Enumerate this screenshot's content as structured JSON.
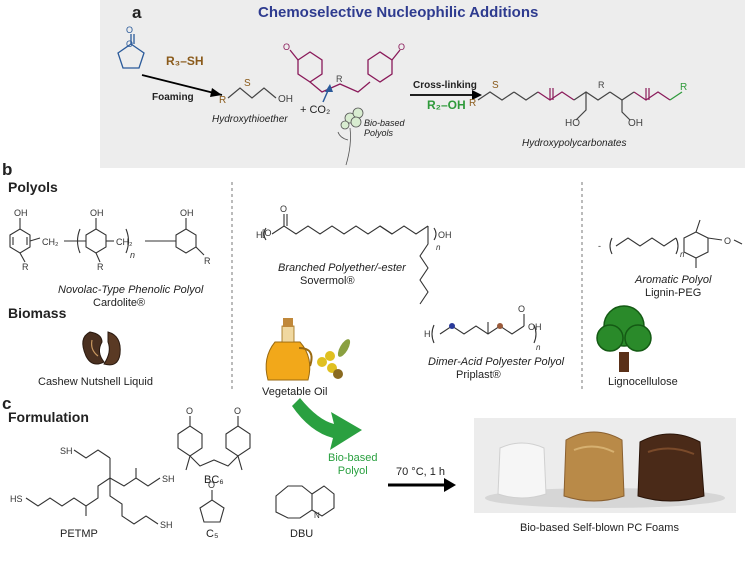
{
  "panel_a": {
    "letter": "a",
    "title": "Chemoselective Nucleophilic Additions",
    "thiol_reagent": "R₃–SH",
    "foaming_label": "Foaming",
    "hydroxythioether_label": "Hydroxythioether",
    "co2_label": "+ CO₂",
    "crosslinking_label": "Cross-linking",
    "alcohol_reagent": "R₂–OH",
    "biobased_polyols_label": "Bio-based\nPolyols",
    "product_label": "Hydroxypolycarbonates",
    "colors": {
      "title": "#2e3b8f",
      "thiol": "#8a5a1a",
      "alcohol": "#2e9a3a",
      "carbonate": "#8a1a5a",
      "ec": "#2a5a9a"
    }
  },
  "panel_b": {
    "letter": "b",
    "polyols_heading": "Polyols",
    "biomass_heading": "Biomass",
    "cardolite": {
      "name": "Novolac-Type Phenolic Polyol",
      "trade": "Cardolite®"
    },
    "sovermol": {
      "name": "Branched Polyether/-ester",
      "trade": "Sovermol®"
    },
    "priplast": {
      "name": "Dimer-Acid Polyester Polyol",
      "trade": "Priplast®"
    },
    "ligninpeg": {
      "name": "Aromatic Polyol",
      "trade": "Lignin-PEG"
    },
    "cashew": "Cashew Nutshell Liquid",
    "vegoil": "Vegetable Oil",
    "lignocellulose": "Lignocellulose"
  },
  "panel_c": {
    "letter": "c",
    "formulation_heading": "Formulation",
    "petmp": "PETMP",
    "bc6": "BC₆",
    "c5": "C₅",
    "dbu": "DBU",
    "polyol_label": "Bio-based\nPolyol",
    "conditions": "70 °C, 1 h",
    "foams_label": "Bio-based Self-blown PC Foams"
  }
}
